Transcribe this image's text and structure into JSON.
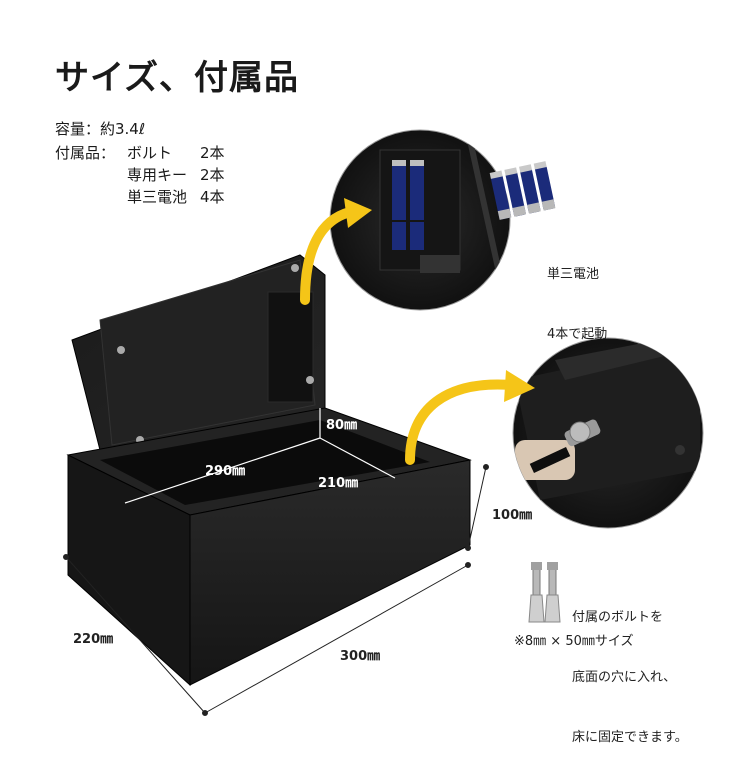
{
  "title": "サイズ、付属品",
  "specs": {
    "capacity_label": "容量：約3.4ℓ",
    "accessories_label": "付属品：",
    "items": [
      {
        "name": "ボルト",
        "qty": "2本"
      },
      {
        "name": "専用キー",
        "qty": "2本"
      },
      {
        "name": "単三電池",
        "qty": "4本"
      }
    ]
  },
  "dimensions": {
    "width_outer": "300㎜",
    "depth_outer": "220㎜",
    "height_outer": "100㎜",
    "width_inner": "290㎜",
    "depth_inner": "210㎜",
    "height_inner": "80㎜"
  },
  "battery_note": {
    "line1": "単三電池",
    "line2": "4本で起動"
  },
  "bolt_note": {
    "line1": "付属のボルトを",
    "line2": "底面の穴に入れ、",
    "line3": "床に固定できます。",
    "size": "※8㎜ × 50㎜サイズ"
  },
  "colors": {
    "arrow": "#f5c518",
    "safe_body": "#1c1c1c",
    "safe_inner": "#0d0d0d"
  }
}
